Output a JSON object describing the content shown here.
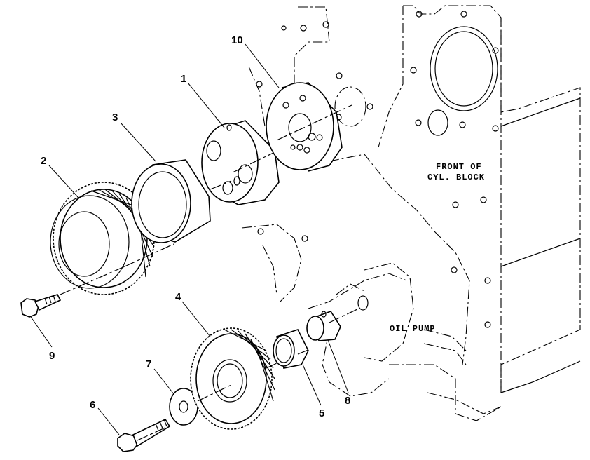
{
  "labels": {
    "front_of_block_line1": "FRONT OF",
    "front_of_block_line2": "CYL. BLOCK",
    "oil_pump": "OIL PUMP"
  },
  "callouts": {
    "c1": "1",
    "c2": "2",
    "c3": "3",
    "c4": "4",
    "c5": "5",
    "c6": "6",
    "c7": "7",
    "c8": "8",
    "c9": "9",
    "c10": "10"
  }
}
